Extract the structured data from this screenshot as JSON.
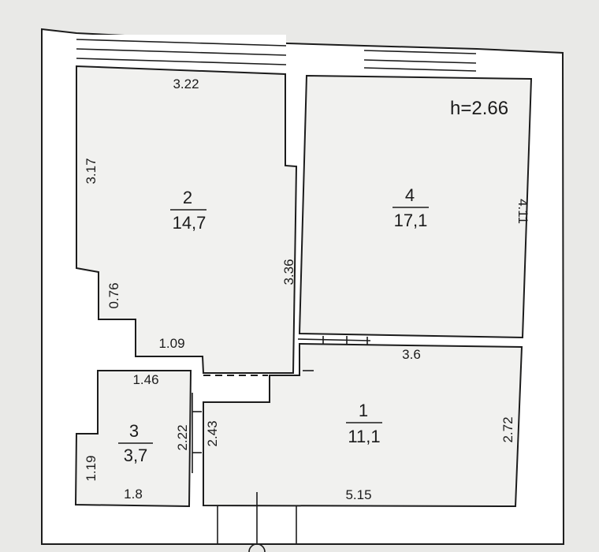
{
  "plan": {
    "height_label": "h=2.66",
    "rooms": [
      {
        "number": "2",
        "area": "14,7"
      },
      {
        "number": "4",
        "area": "17,1"
      },
      {
        "number": "1",
        "area": "11,1"
      },
      {
        "number": "3",
        "area": "3,7"
      }
    ],
    "dimensions": {
      "d322": "3.22",
      "d317": "3.17",
      "d336": "3.36",
      "d076": "0.76",
      "d109": "1.09",
      "d146": "1.46",
      "d222": "2.22",
      "d243": "2.43",
      "d119": "1.19",
      "d18": "1.8",
      "d411": "4.11",
      "d36": "3.6",
      "d272": "2.72",
      "d515": "5.15"
    }
  }
}
